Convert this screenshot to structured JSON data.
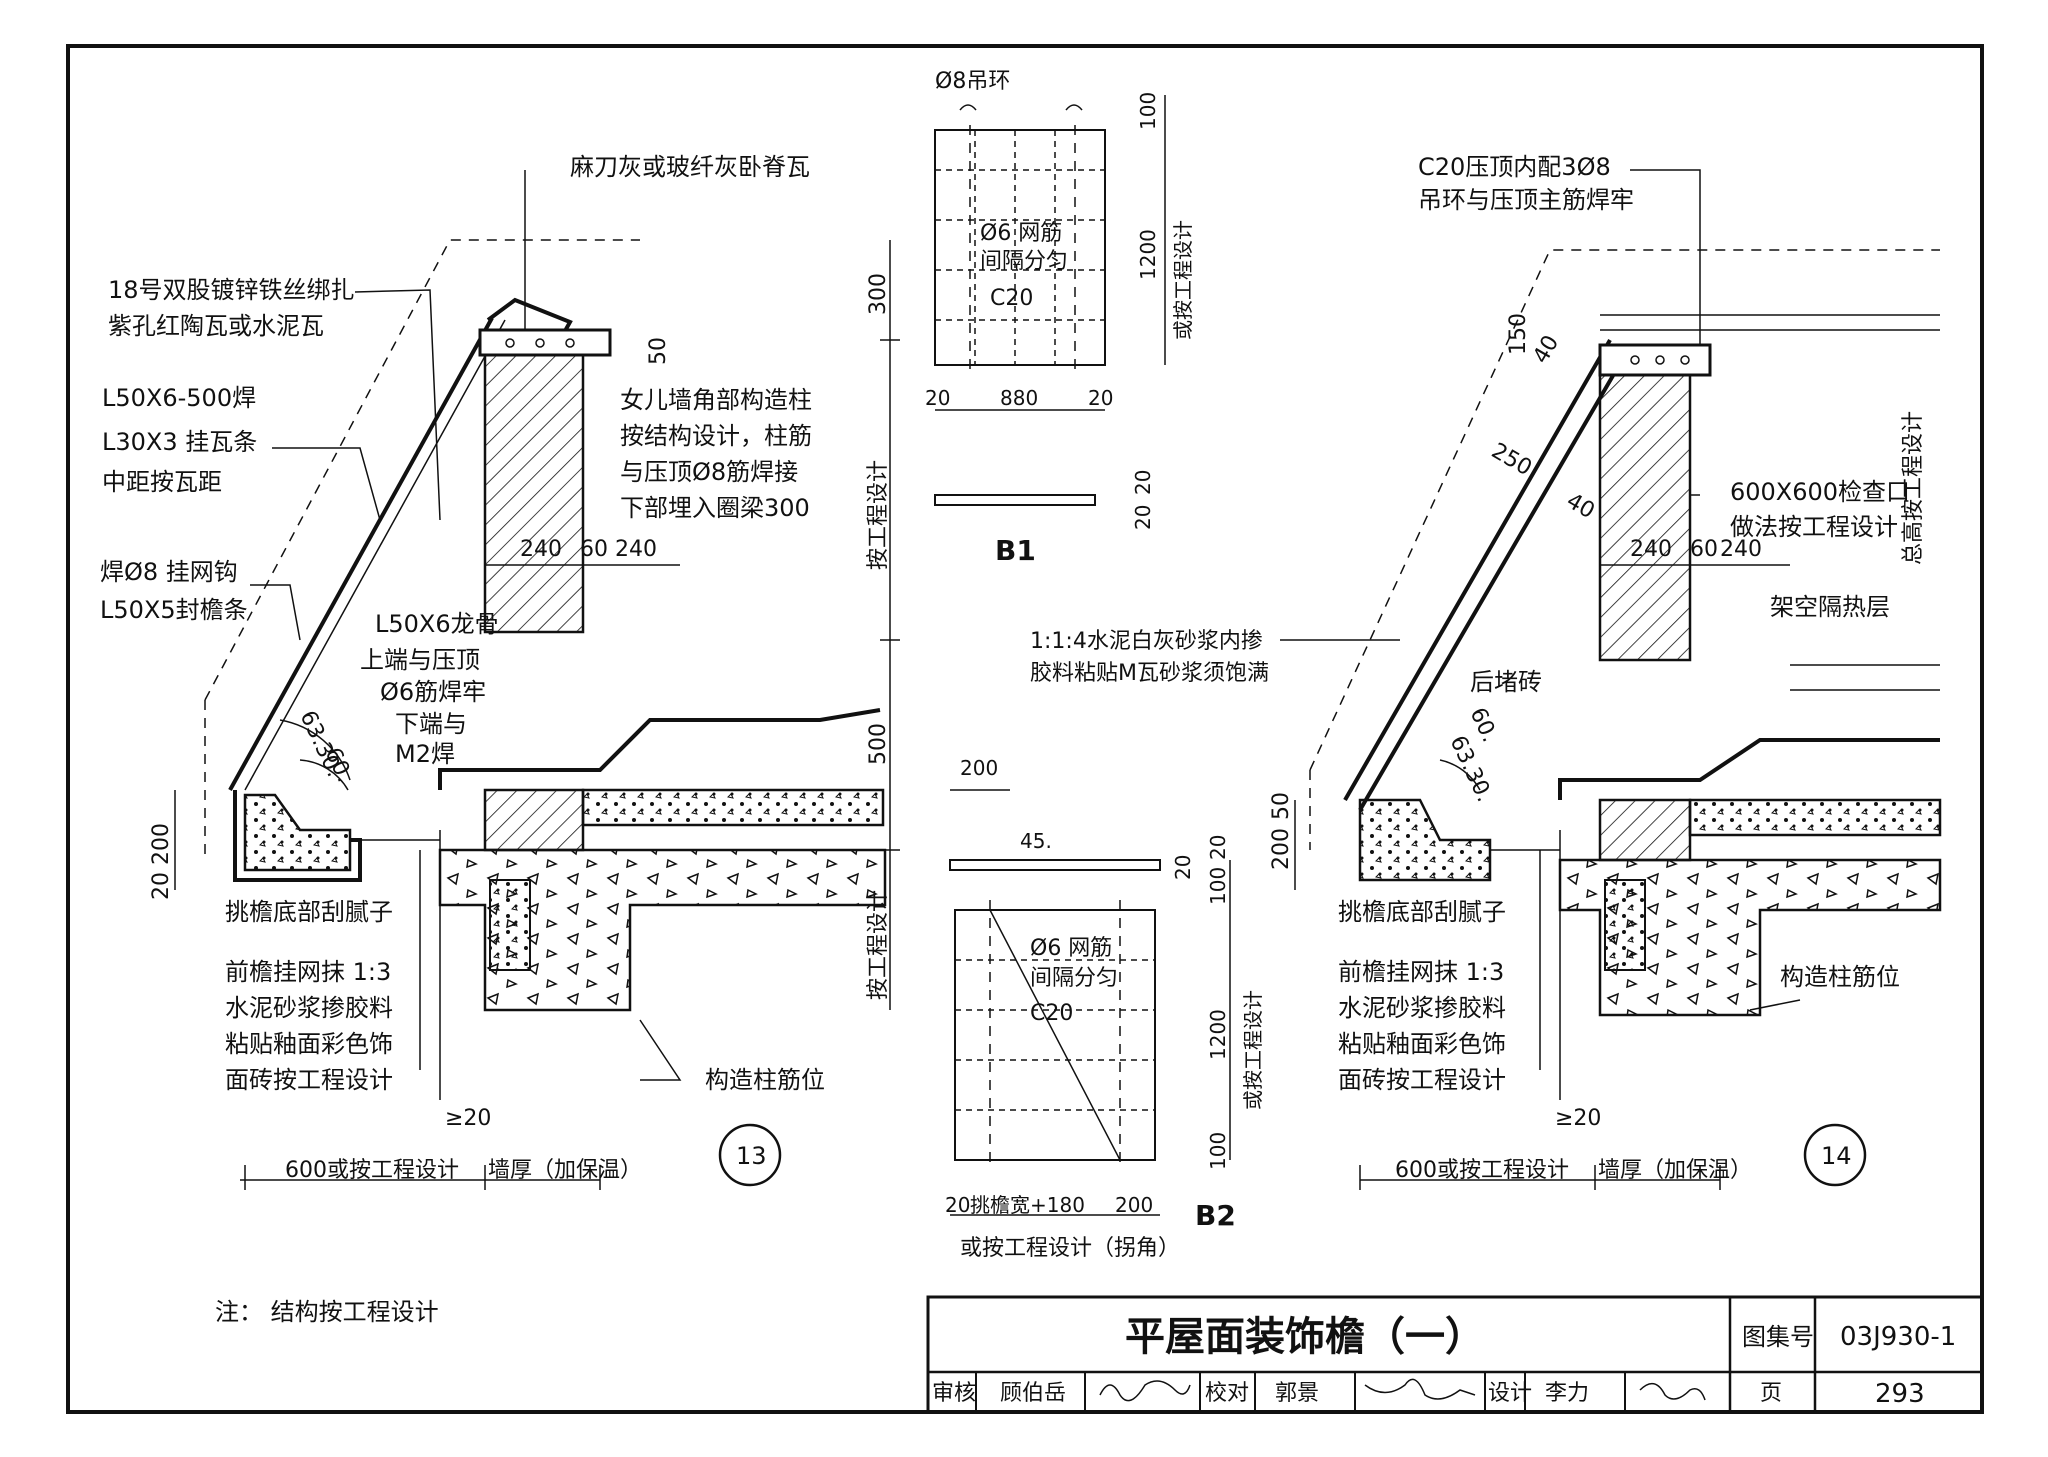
{
  "title_block": {
    "title": "平屋面装饰檐（一）",
    "atlas_label": "图集号",
    "atlas_no": "03J930-1",
    "review_label": "审核",
    "reviewer": "顾伯岳",
    "check_label": "校对",
    "checker": "郭景",
    "design_label": "设计",
    "designer": "李力",
    "page_label": "页",
    "page_no": "293"
  },
  "note": "注：  结构按工程设计",
  "detail13": {
    "number": "13",
    "label_ridge": "麻刀灰或玻纤灰卧脊瓦",
    "label_wire_1": "18号双股镀锌铁丝绑扎",
    "label_wire_2": "紫孔红陶瓦或水泥瓦",
    "label_angle_1": "L50X6-500焊",
    "label_angle_2": "L30X3 挂瓦条",
    "label_angle_3": "中距按瓦距",
    "label_hook_1": "焊Ø8 挂网钩",
    "label_hook_2": "L50X5封檐条",
    "label_keel_1": "L50X6龙骨",
    "label_keel_2": "上端与压顶",
    "label_keel_3": "Ø6筋焊牢",
    "label_keel_4": "下端与",
    "label_keel_5": "M2焊",
    "label_col_1": "女儿墙角部构造柱",
    "label_col_2": "按结构设计，柱筋",
    "label_col_3": "与压顶Ø8筋焊接",
    "label_col_4": "下部埋入圈梁300",
    "label_soffit": "挑檐底部刮腻子",
    "label_front_1": "前檐挂网抹 1:3",
    "label_front_2": "水泥砂浆掺胶料",
    "label_front_3": "粘贴釉面彩色饰",
    "label_front_4": "面砖按工程设计",
    "label_rebar": "构造柱筋位",
    "dim_600": "600或按工程设计",
    "dim_wall": "墙厚（加保温）",
    "dim_ge20": "≥20",
    "dim_240a": "240",
    "dim_60": "60",
    "dim_240b": "240",
    "dim_300": "300",
    "dim_50": "50",
    "dim_500": "500",
    "dim_design_1": "按工程设计",
    "dim_design_2": "按工程设计",
    "dim_200": "200",
    "dim_20": "20",
    "angle_60": "60.",
    "angle_6330": "63.30."
  },
  "detail14": {
    "number": "14",
    "label_cap_1": "C20压顶内配3Ø8",
    "label_cap_2": "吊环与压顶主筋焊牢",
    "label_hatch_1": "600X600检查口",
    "label_hatch_2": "做法按工程设计",
    "label_insul": "架空隔热层",
    "label_brick": "后堵砖",
    "label_mortar_1": "1:1:4水泥白灰砂浆内掺",
    "label_mortar_2": "胶料粘贴M瓦砂浆须饱满",
    "label_soffit": "挑檐底部刮腻子",
    "label_front_1": "前檐挂网抹 1:3",
    "label_front_2": "水泥砂浆掺胶料",
    "label_front_3": "粘贴釉面彩色饰",
    "label_front_4": "面砖按工程设计",
    "label_rebar": "构造柱筋位",
    "dim_600": "600或按工程设计",
    "dim_wall": "墙厚（加保温）",
    "dim_ge20": "≥20",
    "dim_150": "150",
    "dim_40a": "40",
    "dim_250": "250",
    "dim_40b": "40",
    "dim_240a": "240",
    "dim_60": "60",
    "dim_240b": "240",
    "dim_design": "总高按工程设计",
    "dim_50": "50",
    "dim_200": "200",
    "angle_60": "60.",
    "angle_6330": "63.30."
  },
  "b1": {
    "name": "B1",
    "hook": "Ø8吊环",
    "mesh_1": "Ø6 网筋",
    "mesh_2": "间隔分匀",
    "grade": "C20",
    "dim_100": "100",
    "dim_1200": "1200",
    "dim_design": "或按工程设计",
    "dim_20a": "20",
    "dim_880": "880",
    "dim_20b": "20",
    "dim_20c": "20",
    "dim_20d": "20"
  },
  "b2": {
    "name": "B2",
    "dim_200": "200",
    "angle_45": "45.",
    "mesh_1": "Ø6 网筋",
    "mesh_2": "间隔分匀",
    "grade": "C20",
    "dim_20a": "20",
    "dim_20b": "20",
    "dim_100a": "100",
    "dim_1200": "1200",
    "dim_design": "或按工程设计",
    "dim_100b": "100",
    "dim_20c": "20",
    "dim_width": "挑檐宽+180",
    "dim_200b": "200",
    "dim_corner": "或按工程设计（拐角）"
  }
}
